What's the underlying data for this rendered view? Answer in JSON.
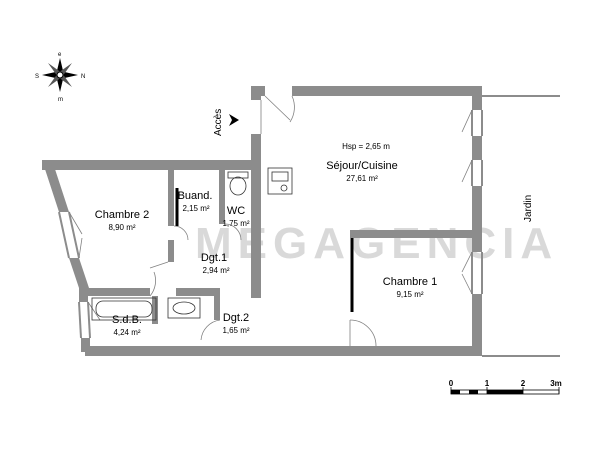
{
  "compass": {
    "n": "N",
    "s": "S",
    "e": "e",
    "m": "m"
  },
  "entrance": {
    "label": "Accès"
  },
  "garden": {
    "label": "Jardin"
  },
  "watermark": {
    "text": "MEGAGENCIA"
  },
  "ceiling_height": {
    "text": "Hsp = 2,65 m"
  },
  "rooms": [
    {
      "name": "Séjour/Cuisine",
      "area": "27,61 m²"
    },
    {
      "name": "Chambre 2",
      "area": "8,90 m²"
    },
    {
      "name": "Buand.",
      "area": "2,15 m²"
    },
    {
      "name": "WC",
      "area": "1,75 m²"
    },
    {
      "name": "Dgt.1",
      "area": "2,94 m²"
    },
    {
      "name": "Chambre 1",
      "area": "9,15 m²"
    },
    {
      "name": "S.d.B.",
      "area": "4,24 m²"
    },
    {
      "name": "Dgt.2",
      "area": "1,65 m²"
    }
  ],
  "scale": {
    "ticks": [
      "0",
      "1",
      "2",
      "3m"
    ]
  }
}
